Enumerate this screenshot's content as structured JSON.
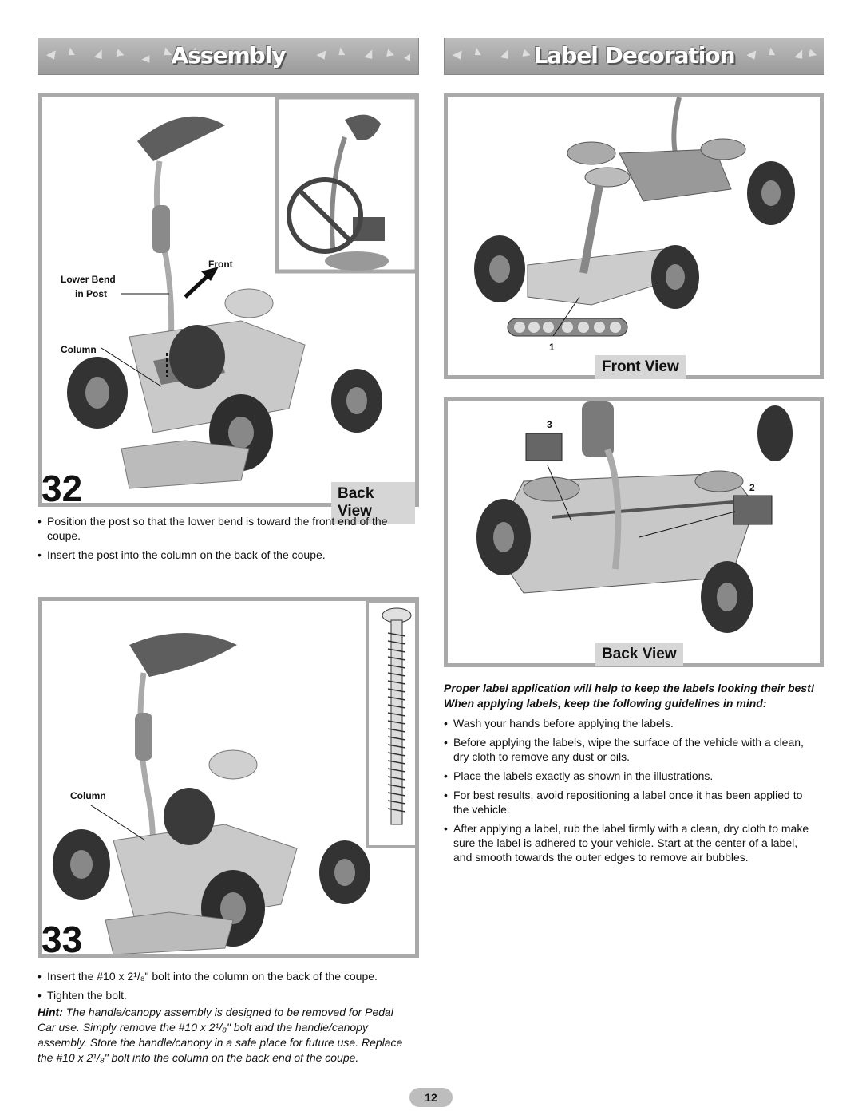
{
  "banners": {
    "assembly": "Assembly",
    "label_decoration": "Label Decoration"
  },
  "step32": {
    "number": "32",
    "view": "Back View",
    "callouts": {
      "front": "Front",
      "lower_bend_1": "Lower Bend",
      "lower_bend_2": "in Post",
      "column": "Column"
    },
    "bullets": [
      "Position the post so that the lower bend is toward the front end of the coupe.",
      "Insert the post into the column on the back of the coupe."
    ]
  },
  "step33": {
    "number": "33",
    "callouts": {
      "column": "Column"
    },
    "bullets": [
      "Insert the #10 x 2¹/₈\" bolt into the column on the back of the coupe.",
      "Tighten the bolt."
    ],
    "hint_label": "Hint:",
    "hint_text": "The handle/canopy assembly is designed to be removed for Pedal Car use. Simply remove the #10 x 2¹/₈\" bolt and the handle/canopy assembly. Store the handle/canopy in a safe place for future use. Replace the #10 x 2¹/₈\" bolt into the column on the back end of the coupe."
  },
  "label_front": {
    "view": "Front View",
    "label_num": "1"
  },
  "label_back": {
    "view": "Back View",
    "label_num_3": "3",
    "label_num_2": "2"
  },
  "guidelines": {
    "intro": "Proper label application will help to keep the labels looking their best! When applying labels, keep the following guidelines in mind:",
    "items": [
      "Wash your hands before applying the labels.",
      "Before applying the labels, wipe the surface of the vehicle with a clean, dry cloth to remove any dust or oils.",
      "Place the labels exactly as shown in the illustrations.",
      "For best results, avoid repositioning a label once it has been applied to the vehicle.",
      "After applying a label, rub the label firmly with a clean, dry cloth to make sure the label is adhered to your vehicle. Start at the center of a label, and smooth towards the outer edges to remove air bubbles."
    ]
  },
  "page_number": "12"
}
